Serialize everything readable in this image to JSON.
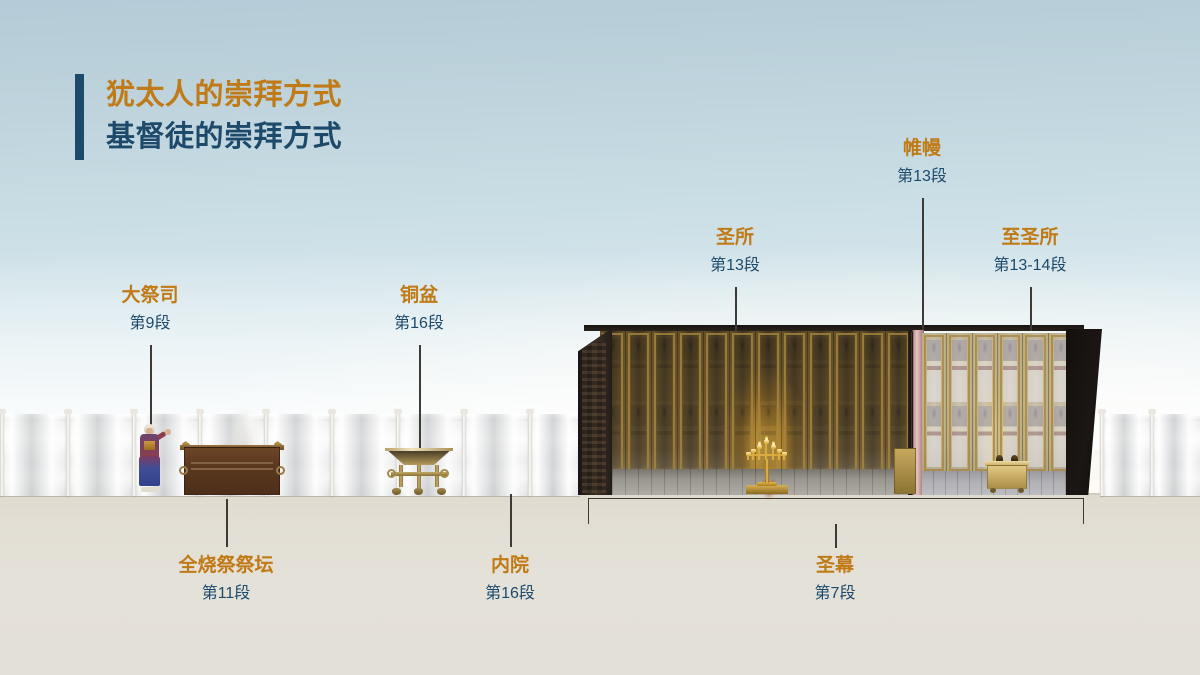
{
  "title": {
    "line1": "犹太人的崇拜方式",
    "line2": "基督徒的崇拜方式",
    "accent_gold": "#c07a16",
    "accent_navy": "#1d4a6b"
  },
  "callouts": [
    {
      "key": "high_priest",
      "name": "大祭司",
      "ref": "第9段"
    },
    {
      "key": "bronze_basin",
      "name": "铜盆",
      "ref": "第16段"
    },
    {
      "key": "holy_place",
      "name": "圣所",
      "ref": "第13段"
    },
    {
      "key": "veil",
      "name": "帷幔",
      "ref": "第13段"
    },
    {
      "key": "holy_of_holies",
      "name": "至圣所",
      "ref": "第13-14段"
    },
    {
      "key": "burnt_altar",
      "name": "全烧祭祭坛",
      "ref": "第11段"
    },
    {
      "key": "inner_court",
      "name": "内院",
      "ref": "第16段"
    },
    {
      "key": "tabernacle",
      "name": "圣幕",
      "ref": "第7段"
    }
  ],
  "scene": {
    "sky_top_color": "#b4ccd7",
    "sky_bottom_color": "#ffffff",
    "ground_color": "#e3e0d7",
    "curtain_color": "#f2f3f3",
    "tabernacle_dark": "#1a1512",
    "veil_color": "#e6c4c0",
    "menorah_glow": "#ffce58"
  }
}
